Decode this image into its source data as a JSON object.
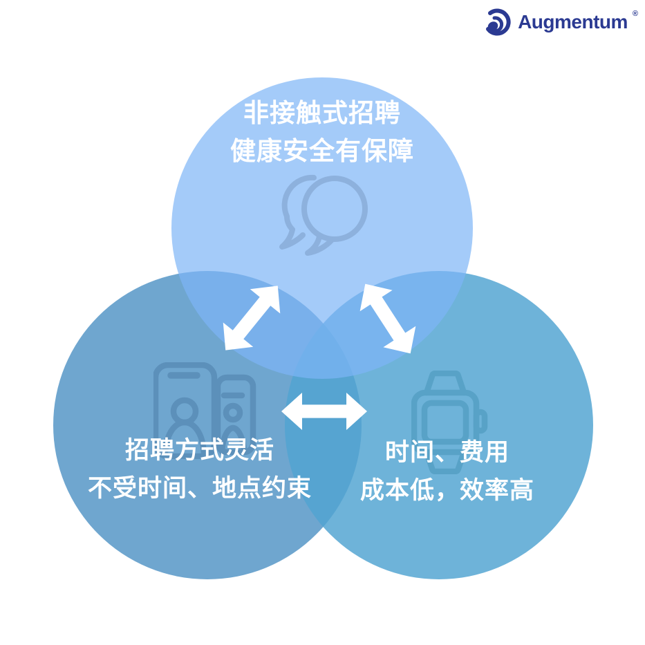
{
  "logo": {
    "text": "Augmentum",
    "registered_mark": "®",
    "color": "#2B3A92"
  },
  "diagram": {
    "type": "venn-3-circles",
    "text_color": "#FFFFFF",
    "arrow_color": "#FFFFFF",
    "circles": [
      {
        "id": "top",
        "lines": [
          "非接触式招聘",
          "健康安全有保障"
        ],
        "icon": "chat-bubbles-icon",
        "fill": "#A6CBF9",
        "icon_color": "#8DB1DD"
      },
      {
        "id": "bottom-left",
        "lines": [
          "招聘方式灵活",
          "不受时间、地点约束"
        ],
        "icon": "phones-people-icon",
        "fill": "#6FA6CF",
        "icon_color": "#5C90BA"
      },
      {
        "id": "bottom-right",
        "lines": [
          "时间、费用",
          "成本低，效率高"
        ],
        "icon": "smartwatch-icon",
        "fill": "#6FB4D9",
        "icon_color": "#58A2C7"
      }
    ],
    "arrows": [
      {
        "id": "arrow-top-bottomleft",
        "direction": "northeast-southwest"
      },
      {
        "id": "arrow-top-bottomright",
        "direction": "northwest-southeast"
      },
      {
        "id": "arrow-bottomleft-bottomright",
        "direction": "left-right"
      }
    ]
  }
}
